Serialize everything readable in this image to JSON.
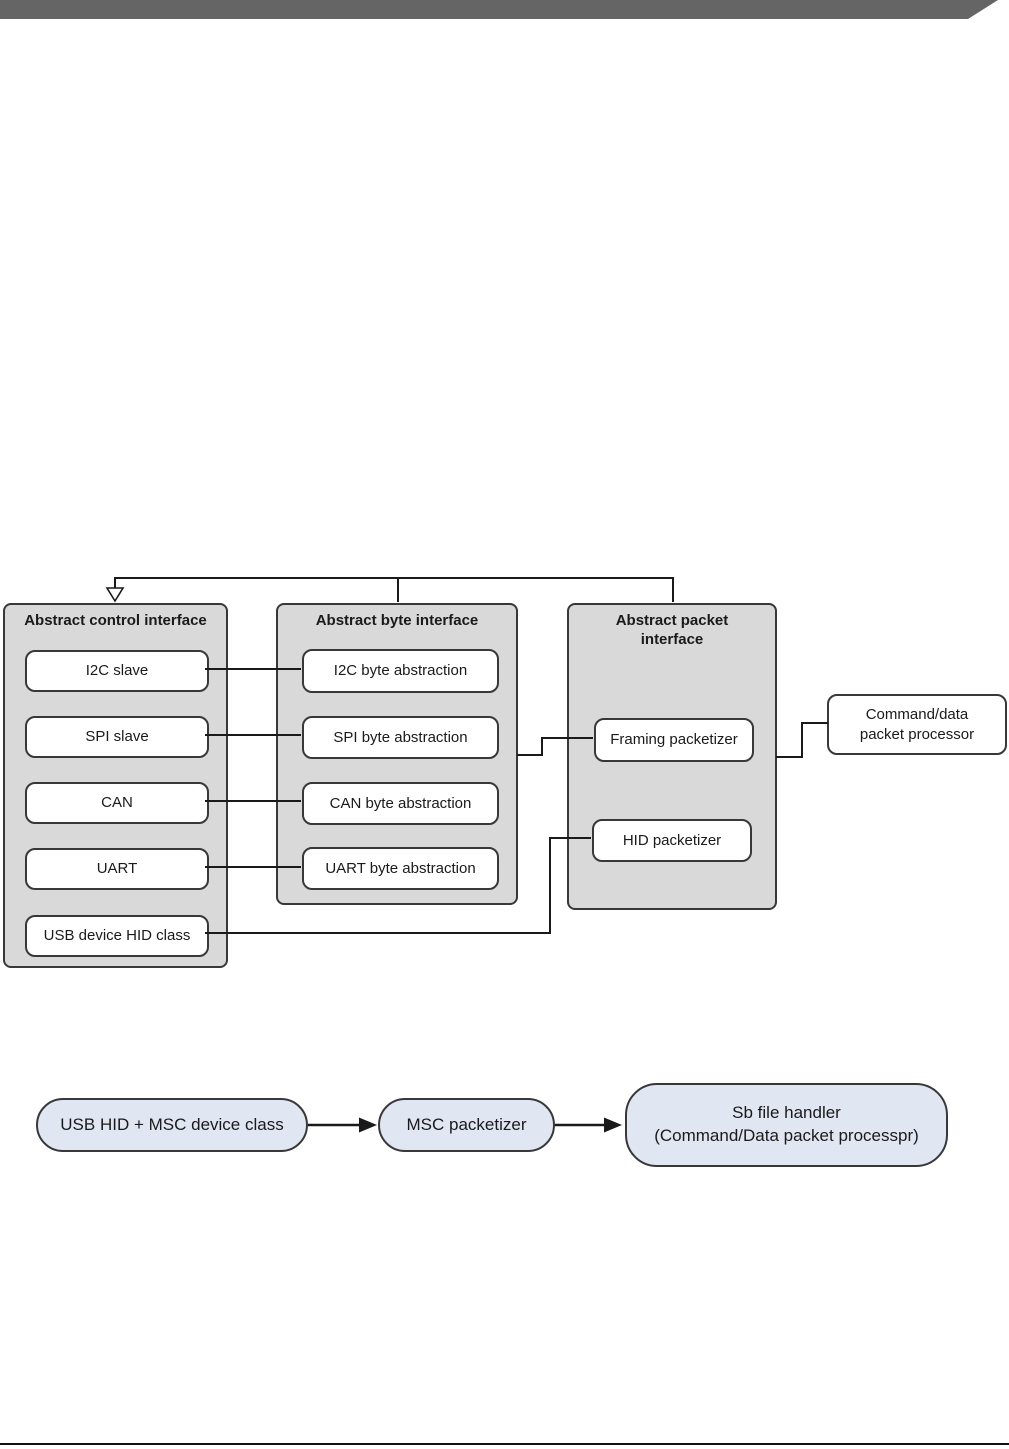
{
  "page": {
    "banner_color": "#656565",
    "rule_color": "#111111"
  },
  "architecture_diagram": {
    "control_panel": {
      "title": "Abstract control interface",
      "items": [
        {
          "label": "I2C slave"
        },
        {
          "label": "SPI slave"
        },
        {
          "label": "CAN"
        },
        {
          "label": "UART"
        },
        {
          "label": "USB device HID class"
        }
      ]
    },
    "byte_panel": {
      "title": "Abstract byte interface",
      "items": [
        {
          "label": "I2C byte abstraction"
        },
        {
          "label": "SPI byte abstraction"
        },
        {
          "label": "CAN byte abstraction"
        },
        {
          "label": "UART byte abstraction"
        }
      ]
    },
    "packet_panel": {
      "title_line1": "Abstract packet",
      "title_line2": "interface",
      "items": [
        {
          "label": "Framing packetizer"
        },
        {
          "label": "HID packetizer"
        }
      ]
    },
    "processor_node": {
      "line1": "Command/data",
      "line2": "packet processor"
    },
    "colors": {
      "panel_fill": "#d9d9d9",
      "node_fill": "#ffffff",
      "border": "#383838"
    }
  },
  "flow_diagram": {
    "nodes": [
      {
        "label": "USB HID + MSC device class"
      },
      {
        "label": "MSC packetizer"
      },
      {
        "line1": "Sb file handler",
        "line2": "(Command/Data packet processpr)"
      }
    ],
    "colors": {
      "node_fill": "#e0e6f2"
    }
  }
}
